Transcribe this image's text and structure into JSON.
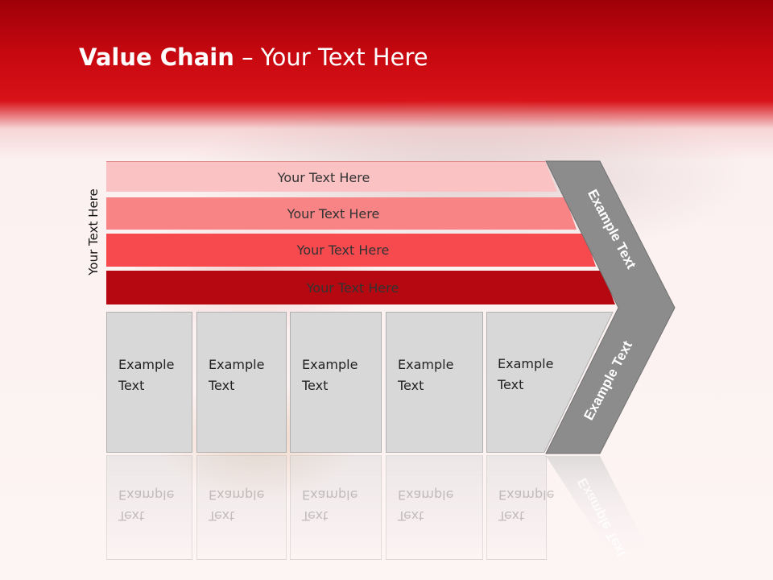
{
  "slide": {
    "title_bold": "Value Chain",
    "title_rest": " – Your Text Here",
    "side_label": "Your Text Here"
  },
  "bars": [
    {
      "label": "Your Text Here",
      "color": "#fbc2c4"
    },
    {
      "label": "Your Text Here",
      "color": "#f98486"
    },
    {
      "label": "Your Text Here",
      "color": "#f64a4e"
    },
    {
      "label": "Your Text Here",
      "color": "#b50811"
    }
  ],
  "boxes": [
    {
      "line1": "Example",
      "line2": "Text"
    },
    {
      "line1": "Example",
      "line2": "Text"
    },
    {
      "line1": "Example",
      "line2": "Text"
    },
    {
      "line1": "Example",
      "line2": "Text"
    },
    {
      "line1": "Example",
      "line2": "Text"
    }
  ],
  "chevron": {
    "upper_label": "Example Text",
    "lower_label": "Example Text",
    "color": "#8c8c8c"
  }
}
